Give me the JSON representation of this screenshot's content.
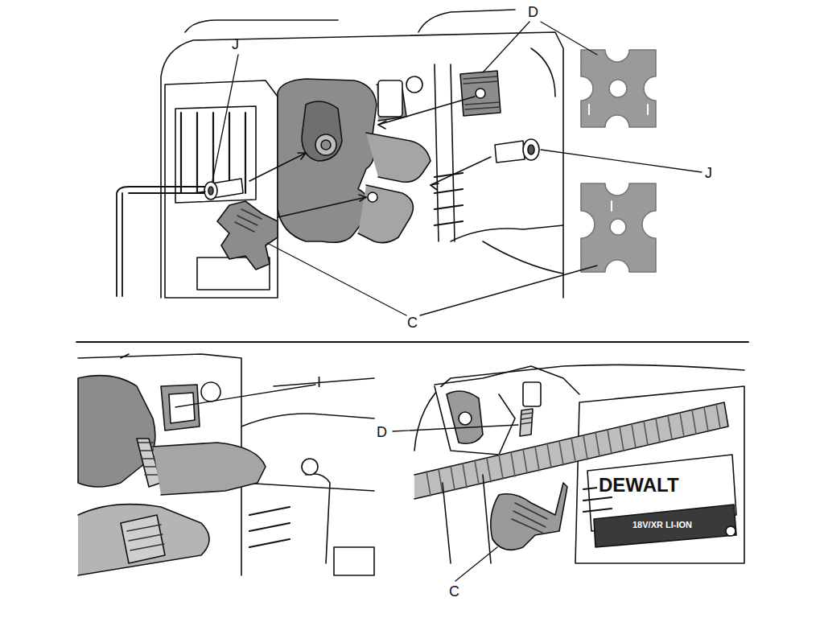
{
  "diagram": {
    "labels": [
      "J",
      "D",
      "J",
      "C",
      "I",
      "D",
      "C",
      "DEWALT",
      "18V/XR LI-ION"
    ]
  }
}
